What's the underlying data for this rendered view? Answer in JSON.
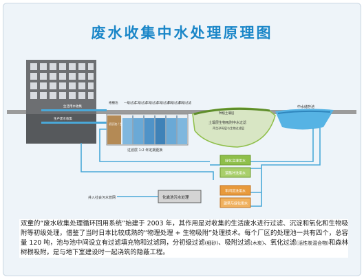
{
  "title": "废水收集中水处理原理图",
  "labels": {
    "collect_pipe": "生活用水收集",
    "production_pipe": "生产废水收集",
    "pool_grid": "格栅池",
    "pool_1": "一级过滤",
    "pool_2": "二级过滤",
    "pool_3": "三级过滤",
    "pool_4": "三级过滤",
    "pool_5": "四级过滤",
    "pool_6": "四级过滤",
    "pool_first": "初沉池 / 生化池",
    "soil_top": "种植土壤层",
    "soil_main": "土壤层生物吸附中水过滤",
    "soil_sub": "再生砂砾层与生物过滤层",
    "reservoir": "中水储存池",
    "filter_note": "过滤层 1:2 年定期更换",
    "use_1": "绿化浇灌用水",
    "use_2": "道路冲洗用水",
    "use_3": "车间清洗用水",
    "use_4": "建筑与绿化用水",
    "sewage_box": "化粪池污水处理",
    "sewage_out": "并入社会污水管网"
  },
  "caption": {
    "p1": "双童的“废水收集处理循环回用系统”始建于 2003 年，其作用是对收集的生活废水进行过滤、沉淀和氧化和生物吸附等初级处理，借鉴了当时日本比较成熟的“物理处理 + 生物吸附”处理技术。每个厂区的处理池一共有四个，总容量 120 吨，池与池中间设立有过滤填充物和过滤网，分初级过滤",
    "s1": "(细砂)",
    "p2": "、吸附过滤",
    "s2": "(木炭)",
    "p3": "、氧化过滤",
    "s3": "(活性炭混合物)",
    "p4": "和森林树根吸附，是与地下室建设时一起浇筑的隐蔽工程。"
  },
  "colors": {
    "title": "#1a86c8",
    "pipe": "#4aa8d8",
    "water": "#56b3e4",
    "building": "#6d6f72",
    "green": "#8fbf4a",
    "orange": "#e89a3c",
    "box": "#c9c9c9"
  }
}
